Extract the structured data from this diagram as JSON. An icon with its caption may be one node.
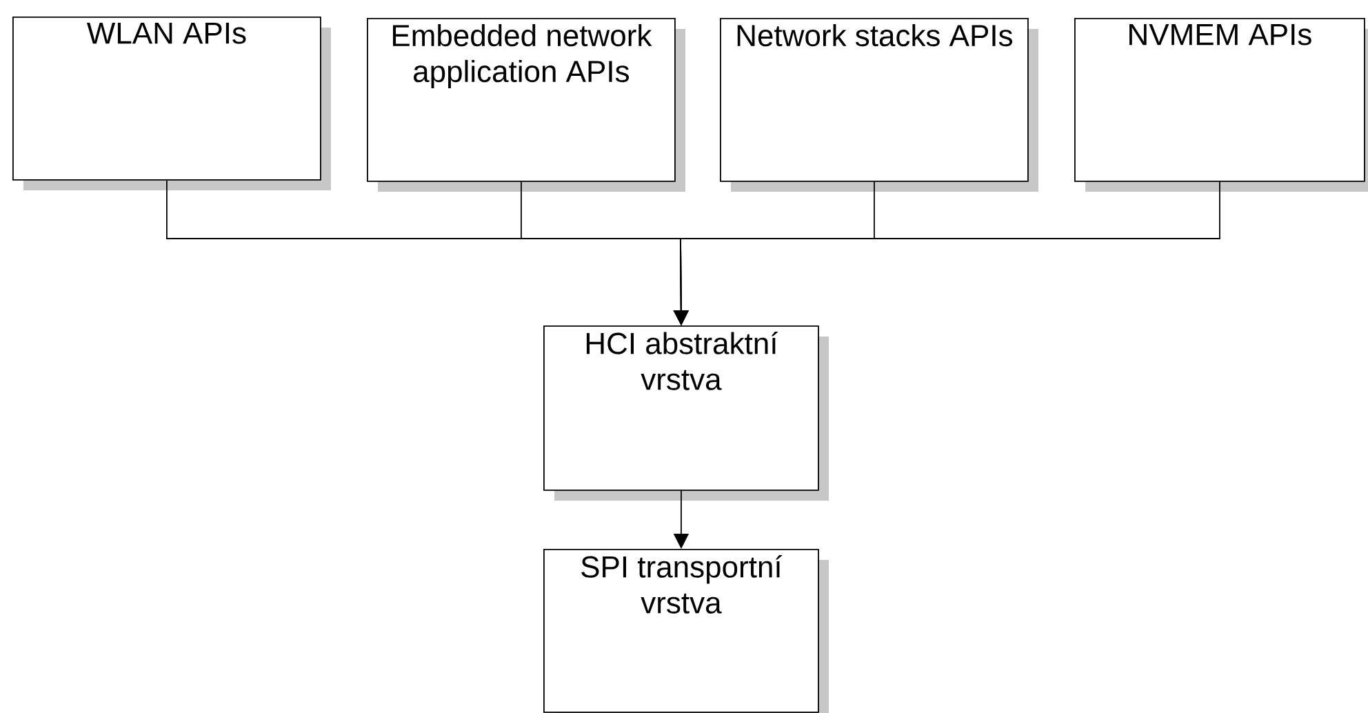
{
  "diagram": {
    "nodes": [
      {
        "text": [
          "WLAN APIs"
        ]
      },
      {
        "text": [
          "Embedded network application APIs"
        ]
      },
      {
        "text": [
          "Network stacks APIs"
        ]
      },
      {
        "text": [
          "NVMEM APIs"
        ]
      },
      {
        "text": [
          "HCI abstraktní vrstva"
        ]
      },
      {
        "text": [
          "SPI transportní vrstva"
        ]
      }
    ],
    "edges": [
      {
        "from": 0,
        "to": 4,
        "arrow": "to"
      },
      {
        "from": 1,
        "to": 4,
        "arrow": "to"
      },
      {
        "from": 2,
        "to": 4,
        "arrow": "to"
      },
      {
        "from": 3,
        "to": 4,
        "arrow": "to"
      },
      {
        "from": 4,
        "to": 5,
        "arrow": "to"
      }
    ]
  }
}
